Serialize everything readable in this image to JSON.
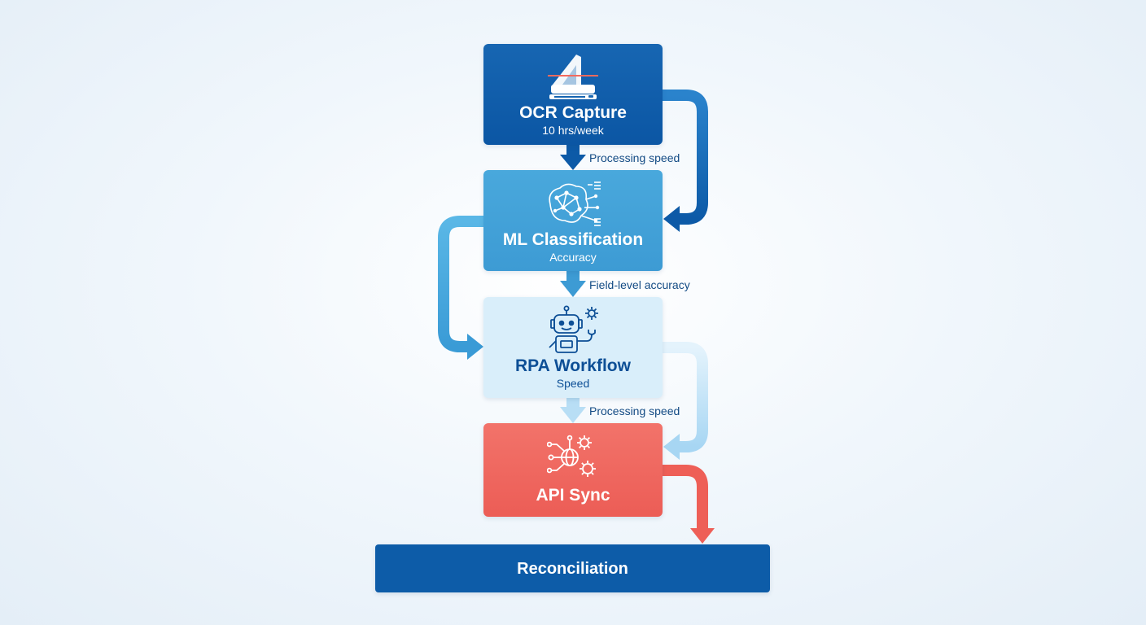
{
  "nodes": {
    "ocr": {
      "title": "OCR Capture",
      "subtitle": "10 hrs/week",
      "icon": "scanner-icon"
    },
    "ml": {
      "title": "ML Classification",
      "subtitle": "Accuracy",
      "icon": "neural-network-icon"
    },
    "rpa": {
      "title": "RPA Workflow",
      "subtitle": "Speed",
      "icon": "robot-icon"
    },
    "api": {
      "title": "API Sync",
      "icon": "network-gears-icon"
    },
    "reconciliation": {
      "title": "Reconciliation"
    }
  },
  "edges": [
    {
      "from": "ocr",
      "to": "ml",
      "label": "Processing speed"
    },
    {
      "from": "ml",
      "to": "rpa",
      "label": "Field-level accuracy"
    },
    {
      "from": "rpa",
      "to": "api",
      "label": "Processing speed"
    },
    {
      "from": "ocr",
      "to": "ml",
      "label": ""
    },
    {
      "from": "ml",
      "to": "rpa",
      "label": ""
    },
    {
      "from": "rpa",
      "to": "api",
      "label": ""
    },
    {
      "from": "api",
      "to": "reconciliation",
      "label": ""
    }
  ],
  "colors": {
    "ocr": "#0b56a4",
    "ml": "#3d9bd4",
    "rpa": "#d9eefa",
    "api": "#ec5d56",
    "reconciliation": "#0d5ca8",
    "label_text": "#134b84"
  }
}
